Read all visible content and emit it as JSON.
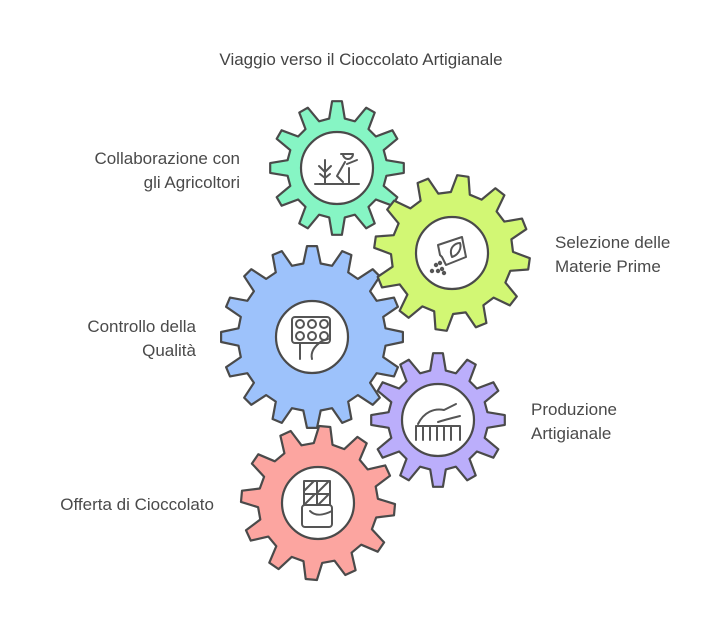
{
  "title": "Viaggio verso il Cioccolato Artigianale",
  "steps": [
    {
      "label_line1": "Collaborazione con",
      "label_line2": "gli Agricoltori",
      "color": "#86F5C4",
      "icon": "farmer-planting-icon"
    },
    {
      "label_line1": "Selezione delle",
      "label_line2": "Materie Prime",
      "color": "#D2F774",
      "icon": "seed-packet-icon"
    },
    {
      "label_line1": "Controllo della",
      "label_line2": "Qualità",
      "color": "#9DC2FB",
      "icon": "quality-inspection-tray-icon"
    },
    {
      "label_line1": "Produzione",
      "label_line2": "Artigianale",
      "color": "#BBAEFB",
      "icon": "hand-crafting-icon"
    },
    {
      "label_line1": "Offerta di Cioccolato",
      "label_line2": "",
      "color": "#FCA5A0",
      "icon": "chocolate-bar-icon"
    }
  ]
}
